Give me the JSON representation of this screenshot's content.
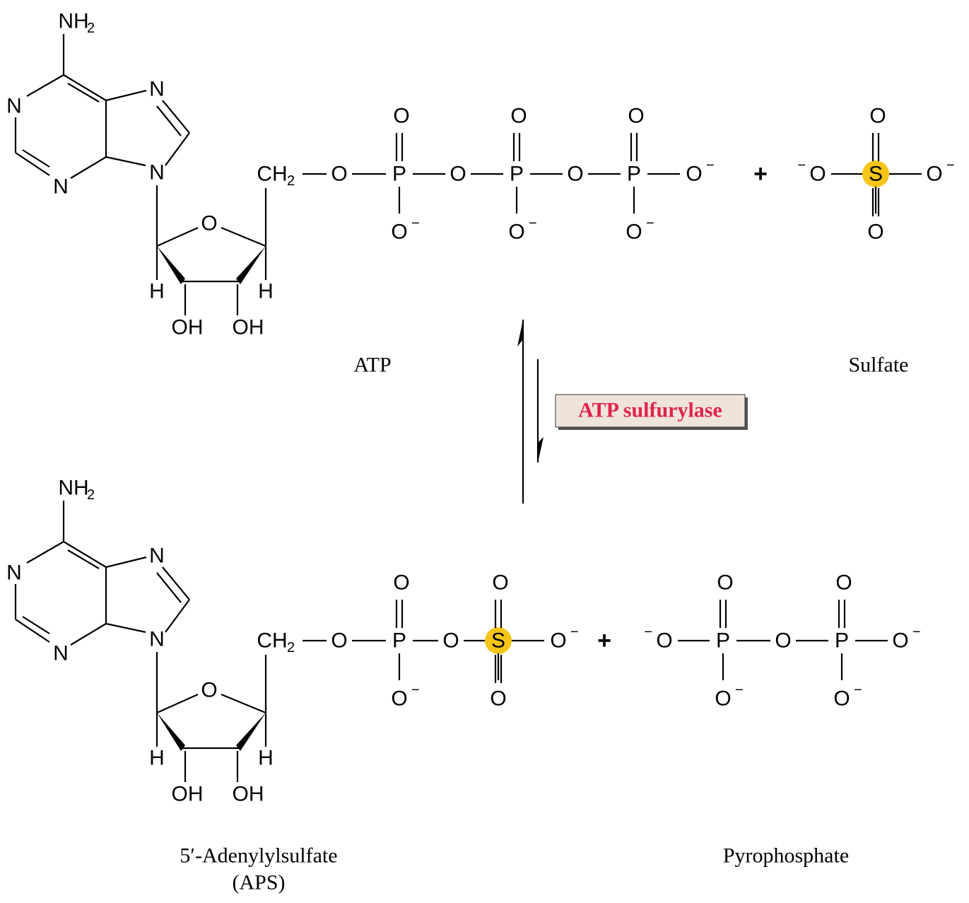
{
  "labels": {
    "n": "N",
    "o": "O",
    "p": "P",
    "s": "S",
    "h": "H",
    "oh": "OH",
    "nh": "NH",
    "ch": "CH",
    "two": "2",
    "minus": "−",
    "plus": "+"
  },
  "captions": {
    "atp": "ATP",
    "sulfate": "Sulfate",
    "aps_line1": "5′-Adenylylsulfate",
    "aps_line2": "(APS)",
    "pyrophosphate": "Pyrophosphate"
  },
  "enzyme": {
    "name": "ATP sulfurylase"
  },
  "colors": {
    "sulfur_highlight": "#f5c518",
    "enzyme_text": "#e0244a",
    "enzyme_box": "#efe4dc"
  }
}
